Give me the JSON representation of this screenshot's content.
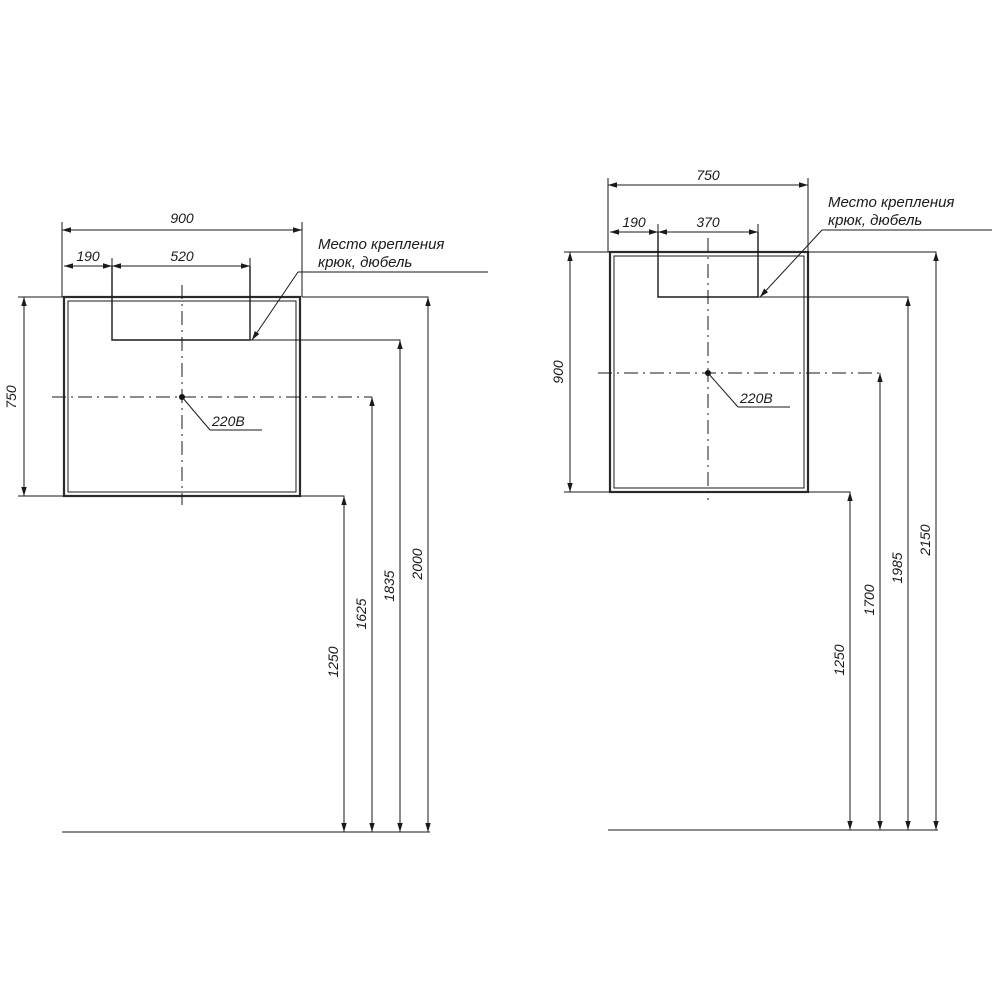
{
  "left": {
    "overall_width": "900",
    "offset": "190",
    "mount_width": "520",
    "height": "750",
    "elev_bottom": "1250",
    "elev_socket": "1625",
    "elev_mount": "1835",
    "elev_top": "2000",
    "socket_label": "220В",
    "note_line1": "Место крепления",
    "note_line2": "крюк, дюбель"
  },
  "right": {
    "overall_width": "750",
    "offset": "190",
    "mount_width": "370",
    "height": "900",
    "elev_bottom": "1250",
    "elev_socket": "1700",
    "elev_mount": "1985",
    "elev_top": "2150",
    "socket_label": "220В",
    "note_line1": "Место крепления",
    "note_line2": "крюк, дюбель"
  }
}
